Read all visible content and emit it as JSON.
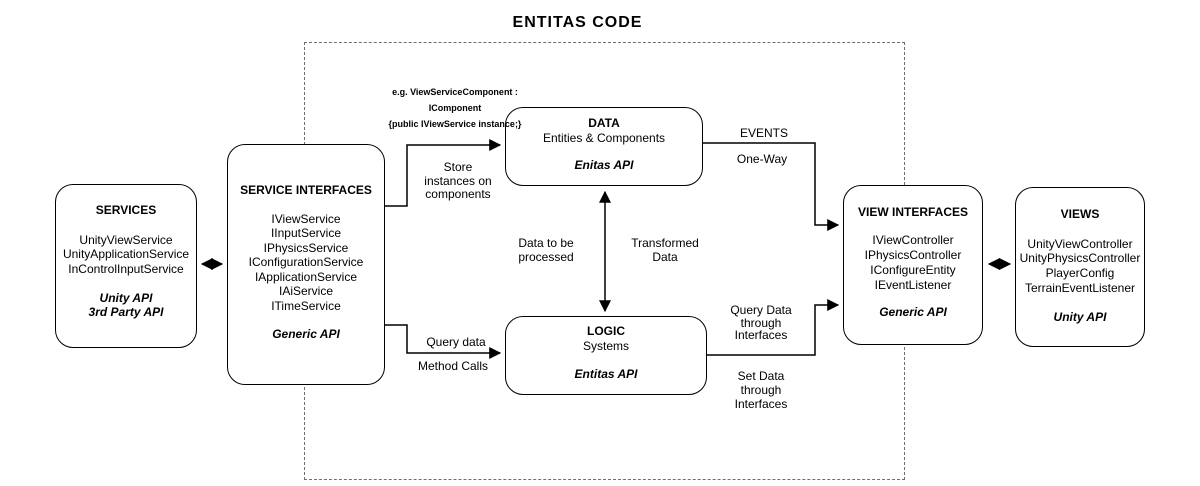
{
  "title": "ENTITAS CODE",
  "nodes": {
    "services": {
      "title": "SERVICES",
      "items": [
        "UnityViewService",
        "UnityApplicationService",
        "InControlInputService"
      ],
      "api": [
        "Unity API",
        "3rd Party API"
      ]
    },
    "service_interfaces": {
      "title": "SERVICE INTERFACES",
      "items": [
        "IViewService",
        "IInputService",
        "IPhysicsService",
        "IConfigurationService",
        "IApplicationService",
        "IAiService",
        "ITimeService"
      ],
      "api": [
        "Generic API"
      ]
    },
    "data": {
      "title": "DATA",
      "subtitle": "Entities & Components",
      "api": [
        "Enitas API"
      ]
    },
    "logic": {
      "title": "LOGIC",
      "subtitle": "Systems",
      "api": [
        "Entitas API"
      ]
    },
    "view_interfaces": {
      "title": "VIEW INTERFACES",
      "items": [
        "IViewController",
        "IPhysicsController",
        "IConfigureEntity",
        "IEventListener"
      ],
      "api": [
        "Generic API"
      ]
    },
    "views": {
      "title": "VIEWS",
      "items": [
        "UnityViewController",
        "UnityPhysicsController",
        "PlayerConfig",
        "TerrainEventListener"
      ],
      "api": [
        "Unity API"
      ]
    }
  },
  "labels": {
    "annotation": "e.g. ViewServiceComponent :\nIComponent\n{public IViewService instance;}",
    "store": "Store\ninstances on\ncomponents",
    "query_data": "Query data",
    "method_calls": "Method Calls",
    "data_to_be": "Data to be\nprocessed",
    "transformed": "Transformed\nData",
    "events": "EVENTS",
    "one_way": "One-Way",
    "query_through": "Query Data\nthrough\nInterfaces",
    "set_through": "Set Data\nthrough\nInterfaces"
  },
  "colors": {
    "stroke": "#000000",
    "dashed_border": "#6f6f6f",
    "background": "#ffffff"
  }
}
